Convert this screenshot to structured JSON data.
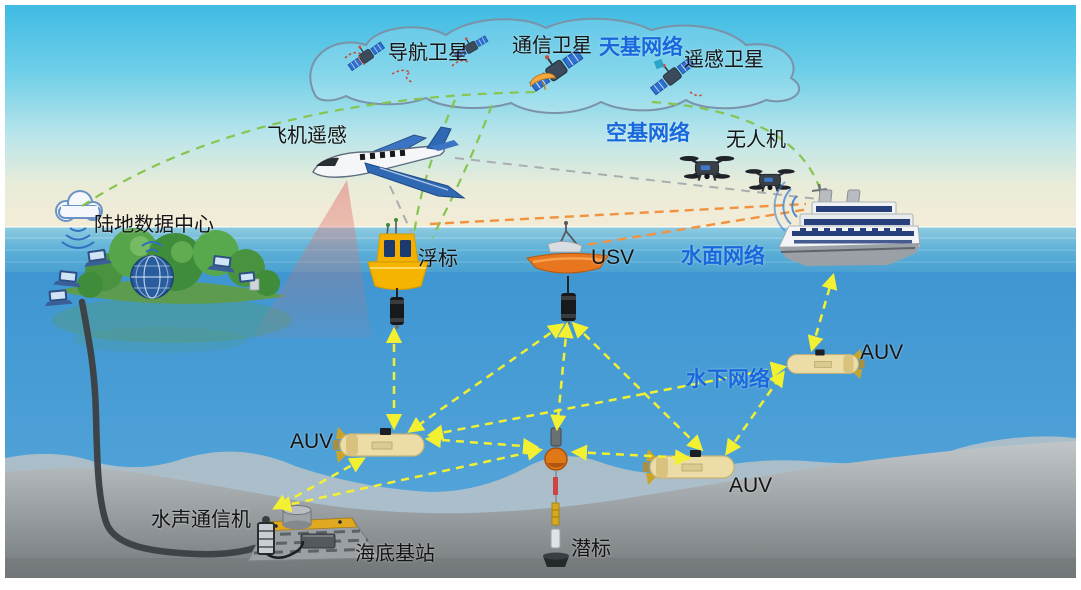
{
  "labels": {
    "nav_satellite": "导航卫星",
    "comm_satellite": "通信卫星",
    "space_network": "天基网络",
    "remote_satellite": "遥感卫星",
    "air_network": "空基网络",
    "aircraft_rs": "飞机遥感",
    "uav": "无人机",
    "land_center": "陆地数据中心",
    "buoy": "浮标",
    "usv": "USV",
    "surface_network": "水面网络",
    "underwater_network": "水下网络",
    "auv_right": "AUV",
    "auv_left": "AUV",
    "auv_bottom": "AUV",
    "acoustic_modem": "水声通信机",
    "seabed_station": "海底基站",
    "mooring": "潜标"
  },
  "colors": {
    "network_label_blue": "#1668dc",
    "text_black": "#141414",
    "acoustic_link_yellow": "#f3f032",
    "satellite_link_green": "#86c54f",
    "radio_link_gray": "#a9adb0",
    "surface_link_orange": "#f0923f",
    "sea_blue": "#479dd6",
    "seabed_gray": "#8d9194"
  },
  "links": [
    {
      "from": "land-data-center",
      "to": "satellite-cloud",
      "type": "satellite-green"
    },
    {
      "from": "satellite-cloud",
      "to": "buoy",
      "type": "satellite-green"
    },
    {
      "from": "satellite-cloud",
      "to": "ship",
      "type": "satellite-green"
    },
    {
      "from": "aircraft",
      "to": "buoy",
      "type": "radio-gray"
    },
    {
      "from": "aircraft",
      "to": "ship",
      "type": "radio-gray"
    },
    {
      "from": "buoy",
      "to": "ship",
      "type": "surface-orange"
    },
    {
      "from": "usv",
      "to": "ship",
      "type": "surface-orange"
    },
    {
      "from": "buoy-instrument",
      "to": "auv-left",
      "type": "acoustic-yellow"
    },
    {
      "from": "usv-instrument",
      "to": "auv-left",
      "type": "acoustic-yellow"
    },
    {
      "from": "usv-instrument",
      "to": "mooring",
      "type": "acoustic-yellow"
    },
    {
      "from": "usv-instrument",
      "to": "auv-bottom",
      "type": "acoustic-yellow"
    },
    {
      "from": "auv-left",
      "to": "mooring",
      "type": "acoustic-yellow"
    },
    {
      "from": "auv-left",
      "to": "auv-right",
      "type": "acoustic-yellow"
    },
    {
      "from": "auv-left",
      "to": "seabed-station",
      "type": "acoustic-yellow"
    },
    {
      "from": "seabed-station",
      "to": "mooring",
      "type": "acoustic-yellow"
    },
    {
      "from": "mooring",
      "to": "auv-bottom",
      "type": "acoustic-yellow"
    },
    {
      "from": "auv-bottom",
      "to": "auv-right",
      "type": "acoustic-yellow"
    },
    {
      "from": "auv-right",
      "to": "ship",
      "type": "acoustic-yellow"
    }
  ]
}
